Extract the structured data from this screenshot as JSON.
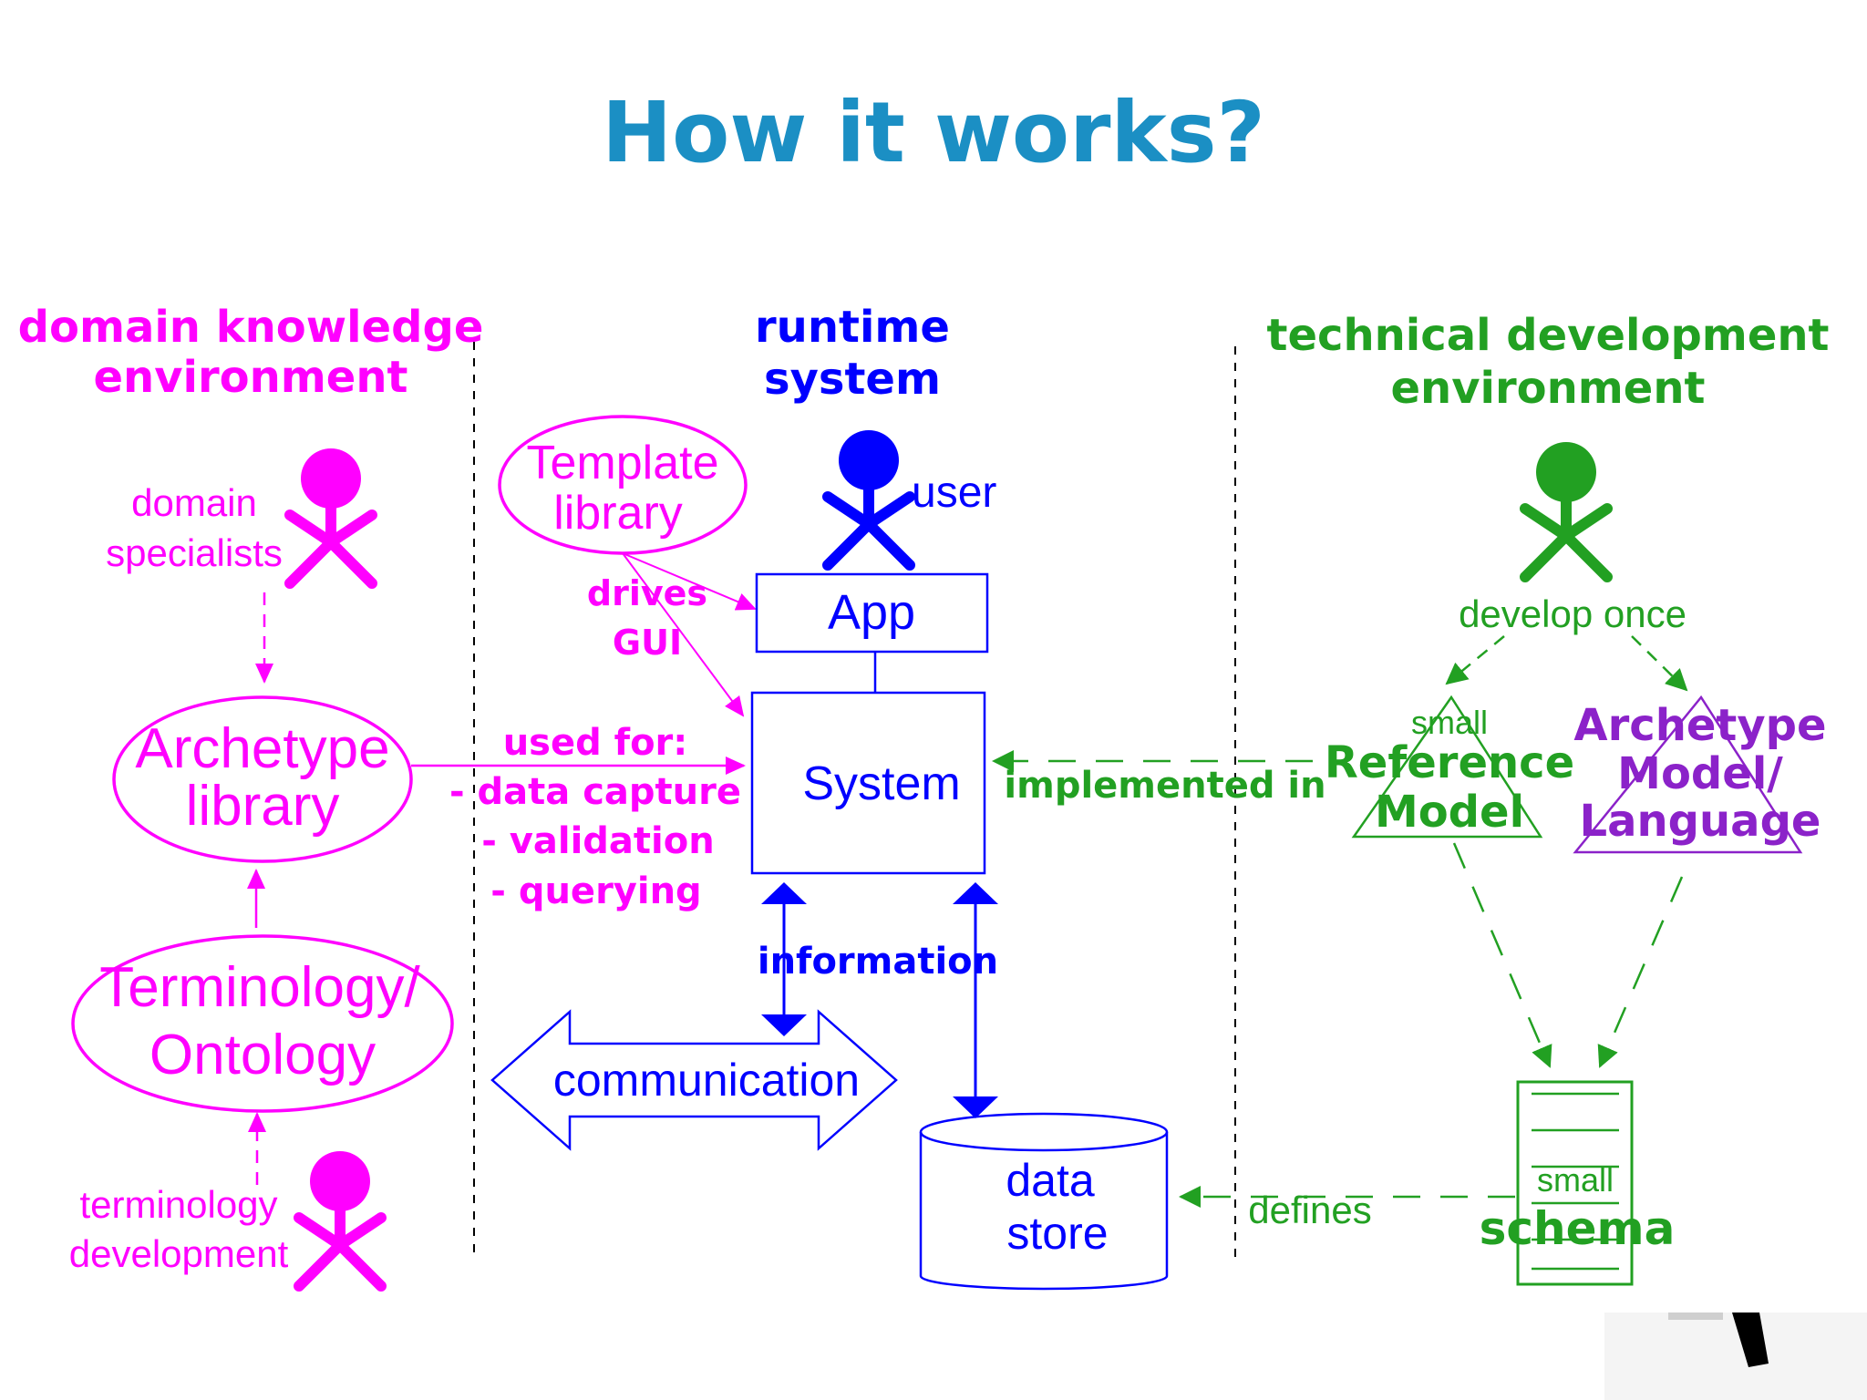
{
  "title": "How it works?",
  "colors": {
    "title": "#1b8fc4",
    "domain": "#ff00ff",
    "runtime": "#0000ff",
    "technical": "#22a022",
    "archetype_model": "#8b22c9"
  },
  "domain": {
    "heading_line1": "domain knowledge",
    "heading_line2": "environment",
    "specialists_line1": "domain",
    "specialists_line2": "specialists",
    "archetype_line1": "Archetype",
    "archetype_line2": "library",
    "terminology_line1": "Terminology/",
    "terminology_line2": "Ontology",
    "termdev_line1": "terminology",
    "termdev_line2": "development",
    "icon_specialist": "person-icon",
    "icon_termdev": "person-icon"
  },
  "runtime": {
    "heading_line1": "runtime",
    "heading_line2": "system",
    "template_line1": "Template",
    "template_line2": "library",
    "drives_line1": "drives",
    "drives_line2": "GUI",
    "user": "user",
    "app": "App",
    "system": "System",
    "used_for": "used for:",
    "use_1": "- data capture",
    "use_2": "- validation",
    "use_3": "- querying",
    "information": "information",
    "communication": "communication",
    "store_line1": "data",
    "store_line2": "store",
    "icon_user": "person-icon"
  },
  "technical": {
    "heading_line1": "technical development",
    "heading_line2": "environment",
    "develop_once": "develop once",
    "rm_small": "small",
    "rm_line1": "Reference",
    "rm_line2": "Model",
    "am_line1": "Archetype",
    "am_line2": "Model/",
    "am_line3": "Language",
    "implemented_in": "implemented in",
    "defines": "defines",
    "schema_small": "small",
    "schema": "schema",
    "icon_developer": "person-icon"
  }
}
